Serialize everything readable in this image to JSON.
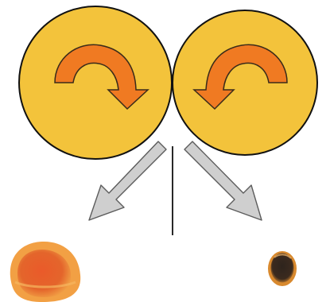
{
  "diagram": {
    "colors": {
      "background": "#ffffff",
      "disc_fill": "#f3c33b",
      "disc_stroke": "#111111",
      "rotation_arrow_fill": "#f07a22",
      "rotation_arrow_stroke": "#3a2b1a",
      "split_arrow_fill": "#cfcfcf",
      "split_arrow_stroke": "#5c5c5c",
      "divider": "#111111",
      "large_fruit_skin": "#f2a044",
      "large_fruit_flesh": "#e4652b",
      "small_fruit_skin": "#d8892e",
      "small_fruit_core": "#3b2a1e"
    },
    "discs": [
      {
        "name": "left-disc",
        "rotation": "clockwise",
        "icon": "clockwise-arrow-icon"
      },
      {
        "name": "right-disc",
        "rotation": "counterclockwise",
        "icon": "counterclockwise-arrow-icon"
      }
    ],
    "outputs": [
      {
        "name": "large-fruit",
        "icon": "large-apricot-half-icon"
      },
      {
        "name": "small-fruit",
        "icon": "small-apricot-pit-icon"
      }
    ],
    "connectors": [
      {
        "name": "left-split-arrow",
        "icon": "down-left-arrow-icon"
      },
      {
        "name": "right-split-arrow",
        "icon": "down-right-arrow-icon"
      },
      {
        "name": "center-divider-line",
        "icon": "divider-line"
      }
    ]
  }
}
